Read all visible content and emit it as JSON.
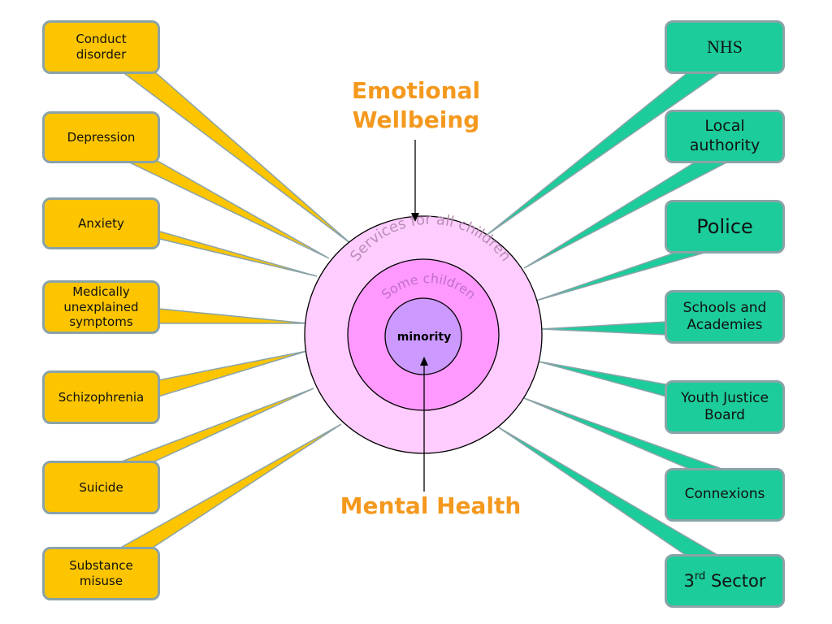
{
  "headings": {
    "emotional_wellbeing": "Emotional Wellbeing",
    "mental_health": "Mental Health"
  },
  "circles": {
    "outer": "Services for all children",
    "middle": "Some children",
    "inner": "minority"
  },
  "conditions": [
    "Conduct disorder",
    "Depression",
    "Anxiety",
    "Medically unexplained symptoms",
    "Schizophrenia",
    "Suicide",
    "Substance misuse"
  ],
  "services": [
    "NHS",
    "Local authority",
    "Police",
    "Schools and Academies",
    "Youth Justice Board",
    "Connexions",
    "3rd Sector"
  ],
  "colors": {
    "conditions": "#fcc500",
    "services": "#1ccc9a",
    "outer_circle": "#ffccff",
    "middle_circle": "#ff99ff",
    "inner_circle": "#cc99ff",
    "headings": "#f4991e"
  }
}
